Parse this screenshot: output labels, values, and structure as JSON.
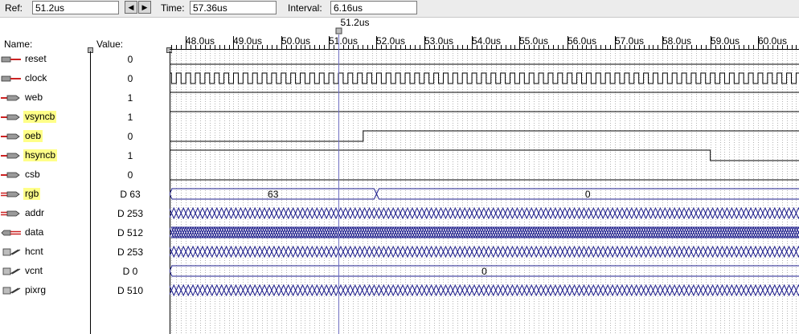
{
  "toolbar": {
    "ref_label": "Ref:",
    "ref_value": "51.2us",
    "time_label": "Time:",
    "time_value": "57.36us",
    "interval_label": "Interval:",
    "interval_value": "6.16us"
  },
  "columns": {
    "name_header": "Name:",
    "value_header": "Value:"
  },
  "timeline": {
    "ticks": [
      "48.0us",
      "49.0us",
      "50.0us",
      "51.0us",
      "52.0us",
      "53.0us",
      "54.0us",
      "55.0us",
      "56.0us",
      "57.0us",
      "58.0us",
      "59.0us",
      "60.0us"
    ],
    "start_us": 47.66,
    "end_us": 60.86,
    "cursor_us": 51.2,
    "cursor_label": "51.2us"
  },
  "colors": {
    "cursor": "#6f6fc0",
    "bus": "#1e1e8c",
    "wave": "#000000",
    "highlight": "#ffff88",
    "icon_red": "#cc2222"
  },
  "signals": [
    {
      "name": "reset",
      "value": "0",
      "icon": "input-pin-icon",
      "highlight": false,
      "wave": {
        "type": "const",
        "level": 0
      }
    },
    {
      "name": "clock",
      "value": "0",
      "icon": "input-pin-icon",
      "highlight": false,
      "wave": {
        "type": "clock",
        "period_us": 0.2
      }
    },
    {
      "name": "web",
      "value": "1",
      "icon": "output-pin-icon",
      "highlight": false,
      "wave": {
        "type": "const",
        "level": 1
      }
    },
    {
      "name": "vsyncb",
      "value": "1",
      "icon": "output-pin-icon",
      "highlight": true,
      "wave": {
        "type": "const",
        "level": 1
      }
    },
    {
      "name": "oeb",
      "value": "0",
      "icon": "output-pin-icon",
      "highlight": true,
      "wave": {
        "type": "edges",
        "initial": 0,
        "edges_us": [
          51.72
        ]
      }
    },
    {
      "name": "hsyncb",
      "value": "1",
      "icon": "output-pin-icon",
      "highlight": true,
      "wave": {
        "type": "edges",
        "initial": 1,
        "edges_us": [
          59.0
        ]
      }
    },
    {
      "name": "csb",
      "value": "0",
      "icon": "output-pin-icon",
      "highlight": false,
      "wave": {
        "type": "const",
        "level": 0
      }
    },
    {
      "name": "rgb",
      "value": "D 63",
      "icon": "output-bus-icon",
      "highlight": true,
      "wave": {
        "type": "bus",
        "segments": [
          {
            "end_us": 52.0,
            "label": "63"
          },
          {
            "end_us": 60.86,
            "label": "0"
          }
        ]
      }
    },
    {
      "name": "addr",
      "value": "D 253",
      "icon": "output-bus-icon",
      "highlight": false,
      "wave": {
        "type": "busclock",
        "period_us": 0.2
      }
    },
    {
      "name": "data",
      "value": "D 512",
      "icon": "bidir-bus-icon",
      "highlight": false,
      "wave": {
        "type": "busclock",
        "period_us": 0.1
      }
    },
    {
      "name": "hcnt",
      "value": "D 253",
      "icon": "buried-bus-icon",
      "highlight": false,
      "wave": {
        "type": "busclock",
        "period_us": 0.2
      }
    },
    {
      "name": "vcnt",
      "value": "D 0",
      "icon": "buried-bus-icon",
      "highlight": false,
      "wave": {
        "type": "bus",
        "segments": [
          {
            "end_us": 60.86,
            "label": "0"
          }
        ]
      }
    },
    {
      "name": "pixrg",
      "value": "D 510",
      "icon": "buried-bus-icon",
      "highlight": false,
      "wave": {
        "type": "busclock",
        "period_us": 0.2
      }
    }
  ]
}
